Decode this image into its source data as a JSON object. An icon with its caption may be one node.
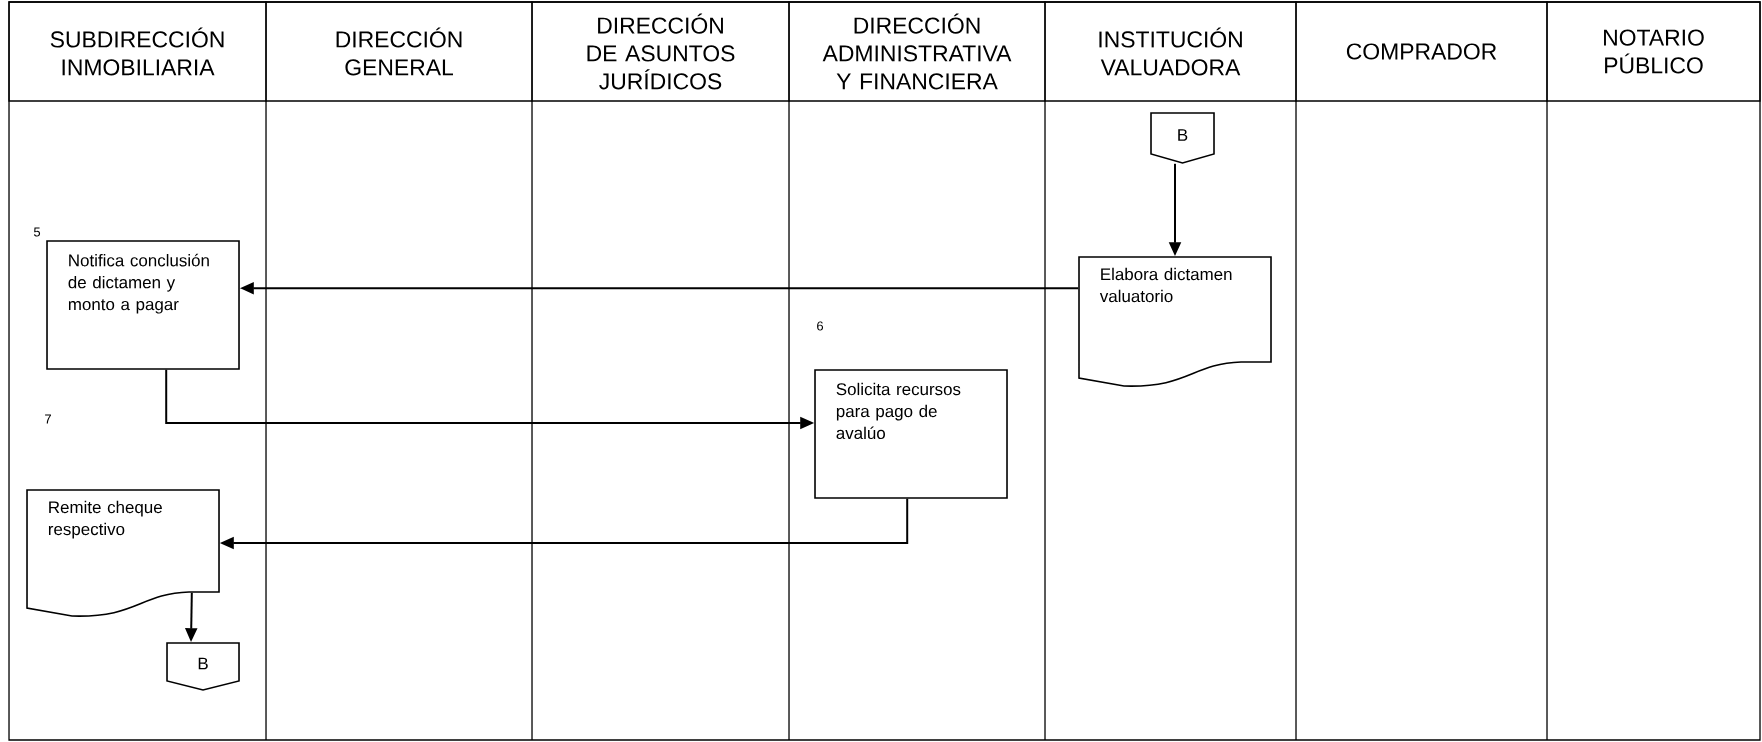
{
  "diagram": {
    "nodes": [
      {
        "text": [
          "SUBDIRECCIÓN INMOBILIARIA"
        ]
      },
      {
        "text": [
          "DIRECCIÓN GENERAL"
        ]
      },
      {
        "text": [
          "DIRECCIÓN DE ASUNTOS JURÍDICOS"
        ]
      },
      {
        "text": [
          "DIRECCIÓN ADMINISTRATIVA Y FINANCIERA"
        ]
      },
      {
        "text": [
          "INSTITUCIÓN VALUADORA"
        ]
      },
      {
        "text": [
          "COMPRADOR"
        ]
      },
      {
        "text": [
          "NOTARIO PÚBLICO"
        ]
      },
      {
        "text": [
          "B"
        ]
      },
      {
        "text": [
          "Elabora dictamen valuatorio"
        ]
      },
      {
        "text": [
          "Notifica conclusión de dictamen y monto a pagar"
        ],
        "beside": [
          "5"
        ]
      },
      {
        "text": [
          "Solicita recursos para pago de avalúo"
        ],
        "beside": [
          "6"
        ]
      },
      {
        "text": [
          "Remite cheque respectivo"
        ]
      },
      {
        "text": [
          "B"
        ]
      }
    ],
    "labels": [
      "7"
    ],
    "edges": [
      {
        "from": 7,
        "to": 8,
        "arrow": "to"
      },
      {
        "from": 8,
        "to": 9,
        "arrow": "to"
      },
      {
        "from": 9,
        "to": 10,
        "arrow": "to"
      },
      {
        "from": 10,
        "to": 11,
        "arrow": "to"
      },
      {
        "from": 11,
        "to": 12,
        "arrow": "to"
      }
    ]
  }
}
